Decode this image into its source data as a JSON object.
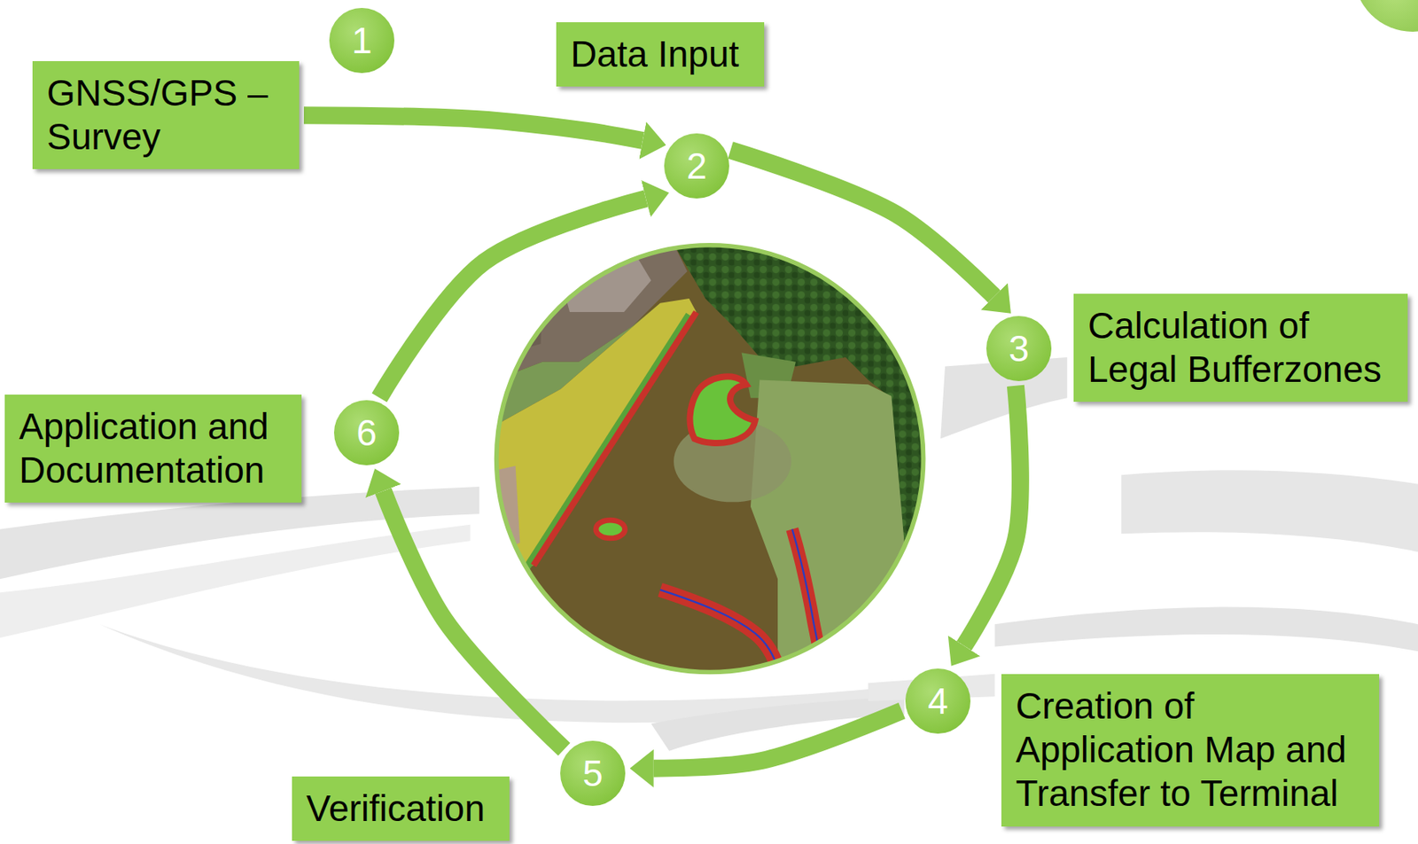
{
  "diagram": {
    "nodes": [
      {
        "text": [
          "GNSS/GPS – Survey"
        ]
      },
      {
        "text": [
          "1"
        ]
      },
      {
        "text": [
          "Data Input"
        ]
      },
      {
        "text": [
          "2"
        ]
      },
      {
        "text": [
          "3"
        ]
      },
      {
        "text": [
          "Calculation of Legal Bufferzones"
        ]
      },
      {
        "text": [
          "4"
        ]
      },
      {
        "text": [
          "Creation of Application Map and Transfer to Terminal"
        ]
      },
      {
        "text": [
          "5"
        ]
      },
      {
        "text": [
          "Verification"
        ]
      },
      {
        "text": [
          "6"
        ]
      },
      {
        "text": [
          "Application and Documentation"
        ]
      }
    ],
    "edges": [
      {
        "from": 0,
        "to": 3,
        "arrow": "to"
      },
      {
        "from": 3,
        "to": 4,
        "arrow": "to"
      },
      {
        "from": 4,
        "to": 6,
        "arrow": "to"
      },
      {
        "from": 6,
        "to": 8,
        "arrow": "to"
      },
      {
        "from": 8,
        "to": 10,
        "arrow": "to"
      },
      {
        "from": 10,
        "to": 3,
        "arrow": "to"
      }
    ]
  }
}
